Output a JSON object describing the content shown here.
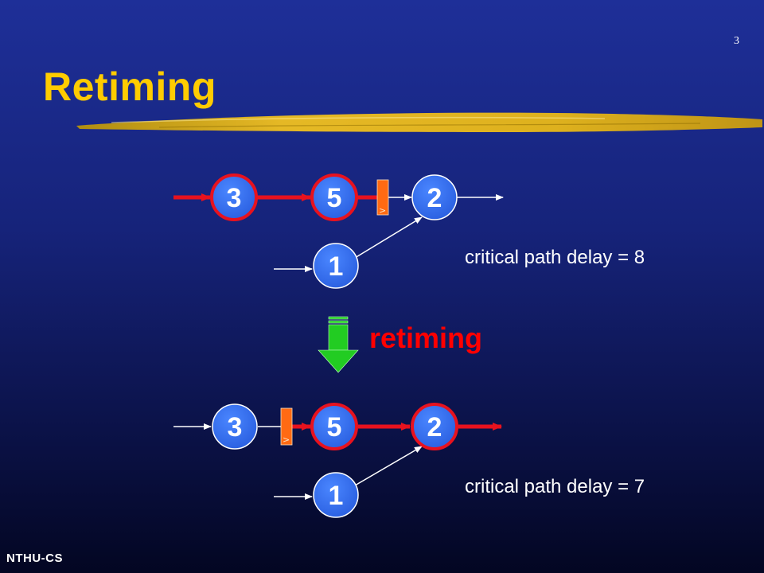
{
  "page_number": "3",
  "title": "Retiming",
  "footer": "NTHU-CS",
  "colors": {
    "title": "#ffcc00",
    "node_fill": "#2f6cf0",
    "critical_edge": "#e8121e",
    "register": "#ff6a13",
    "arrow_green": "#22cc22"
  },
  "top_circuit": {
    "nodes": [
      "3",
      "5",
      "2",
      "1"
    ],
    "register_symbol": ">",
    "caption": "critical path delay = 8"
  },
  "transform_label": "retiming",
  "bottom_circuit": {
    "nodes": [
      "3",
      "5",
      "2",
      "1"
    ],
    "register_symbol": ">",
    "caption": "critical path delay = 7"
  }
}
